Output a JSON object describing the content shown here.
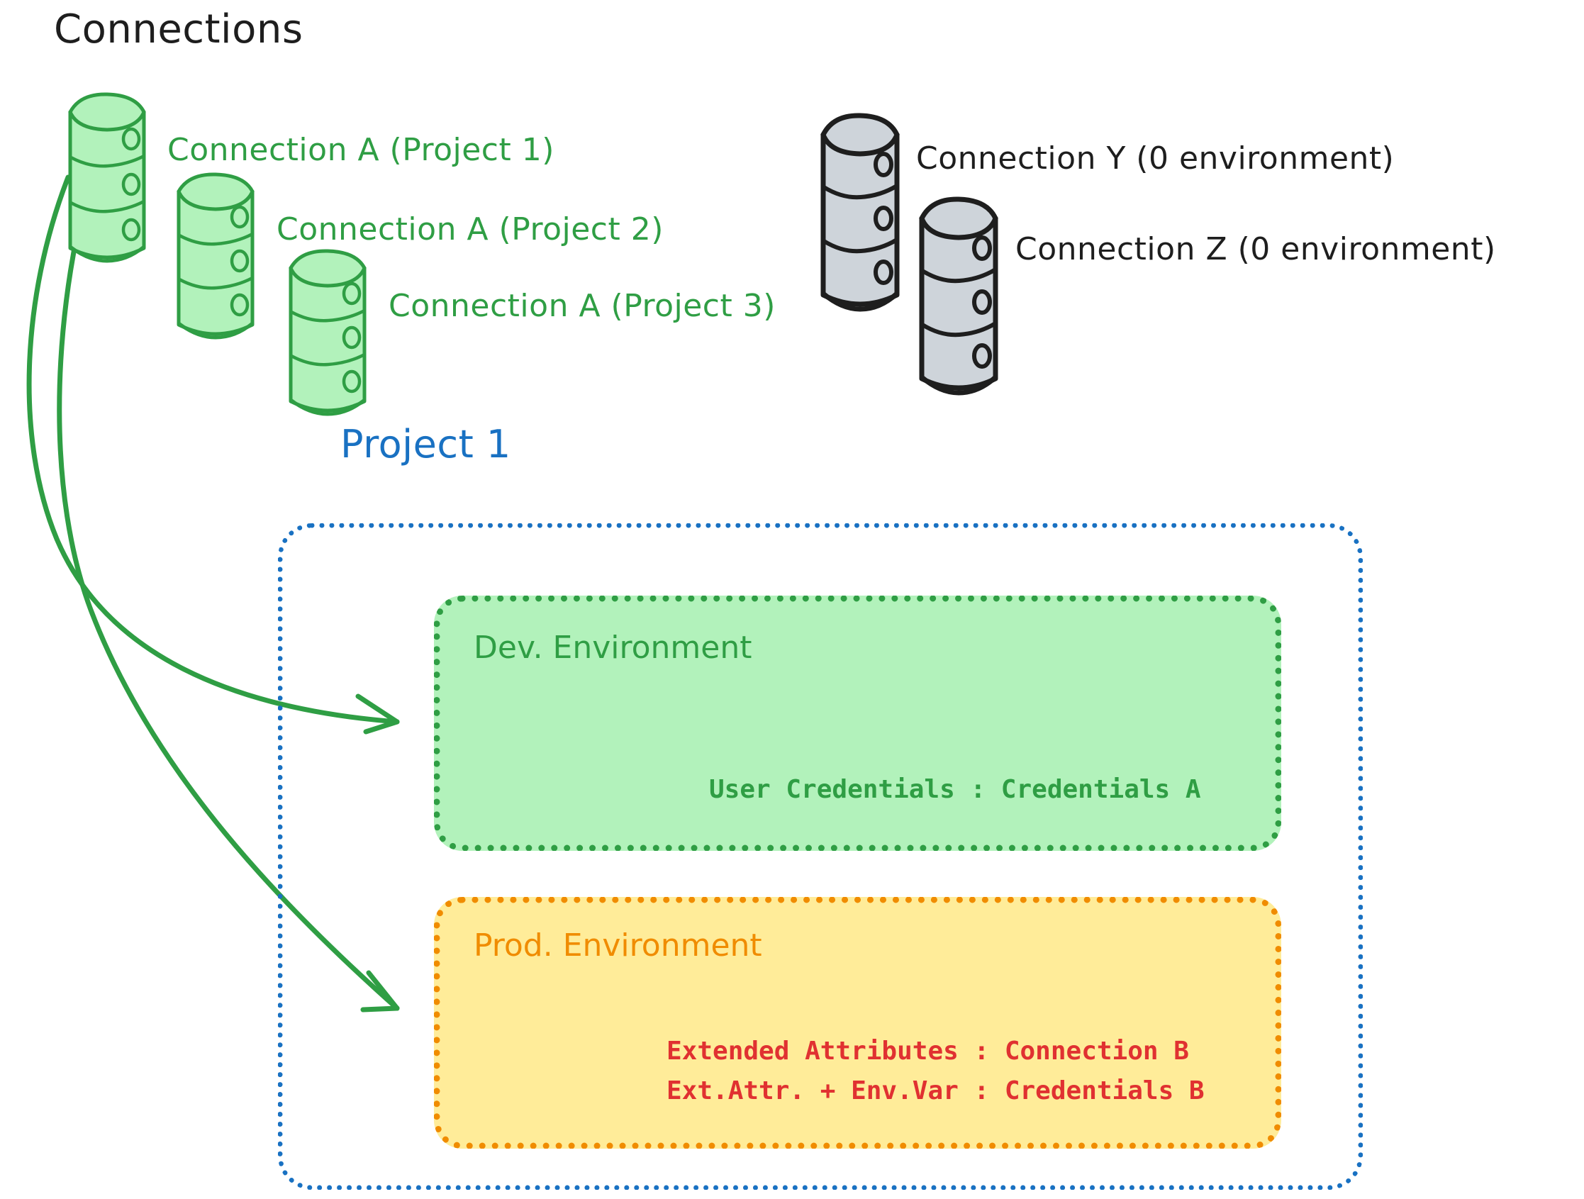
{
  "diagram": {
    "title": "Connections",
    "project_title": "Project 1",
    "colors": {
      "green_stroke": "#2f9e44",
      "green_fill": "#b2f2bb",
      "orange_stroke": "#f08c00",
      "yellow_fill": "#ffec99",
      "blue_stroke": "#1971c2",
      "red_text": "#e03131",
      "gray_fill": "#ced4da",
      "gray_stroke": "#1e1e1e",
      "black_text": "#1e1e1e"
    }
  },
  "connections": {
    "green": [
      {
        "label": "Connection A (Project 1)",
        "icon": "database-icon"
      },
      {
        "label": "Connection A (Project 2)",
        "icon": "database-icon"
      },
      {
        "label": "Connection A (Project 3)",
        "icon": "database-icon"
      }
    ],
    "gray": [
      {
        "label": "Connection Y (0 environment)",
        "icon": "database-icon"
      },
      {
        "label": "Connection Z (0 environment)",
        "icon": "database-icon"
      }
    ]
  },
  "project": {
    "title": "Project 1",
    "environments": [
      {
        "name": "Dev. Environment",
        "kind": "dev",
        "lines": [
          "User Credentials : Credentials A"
        ]
      },
      {
        "name": "Prod. Environment",
        "kind": "prod",
        "lines": [
          "Extended Attributes : Connection B",
          "Ext.Attr. + Env.Var : Credentials B"
        ]
      }
    ]
  },
  "arrows": [
    {
      "name": "arrow-connection-a-to-dev",
      "from": "Connection A (Project 1)",
      "to": "Dev. Environment"
    },
    {
      "name": "arrow-connection-a-to-prod",
      "from": "Connection A (Project 1)",
      "to": "Prod. Environment"
    }
  ]
}
